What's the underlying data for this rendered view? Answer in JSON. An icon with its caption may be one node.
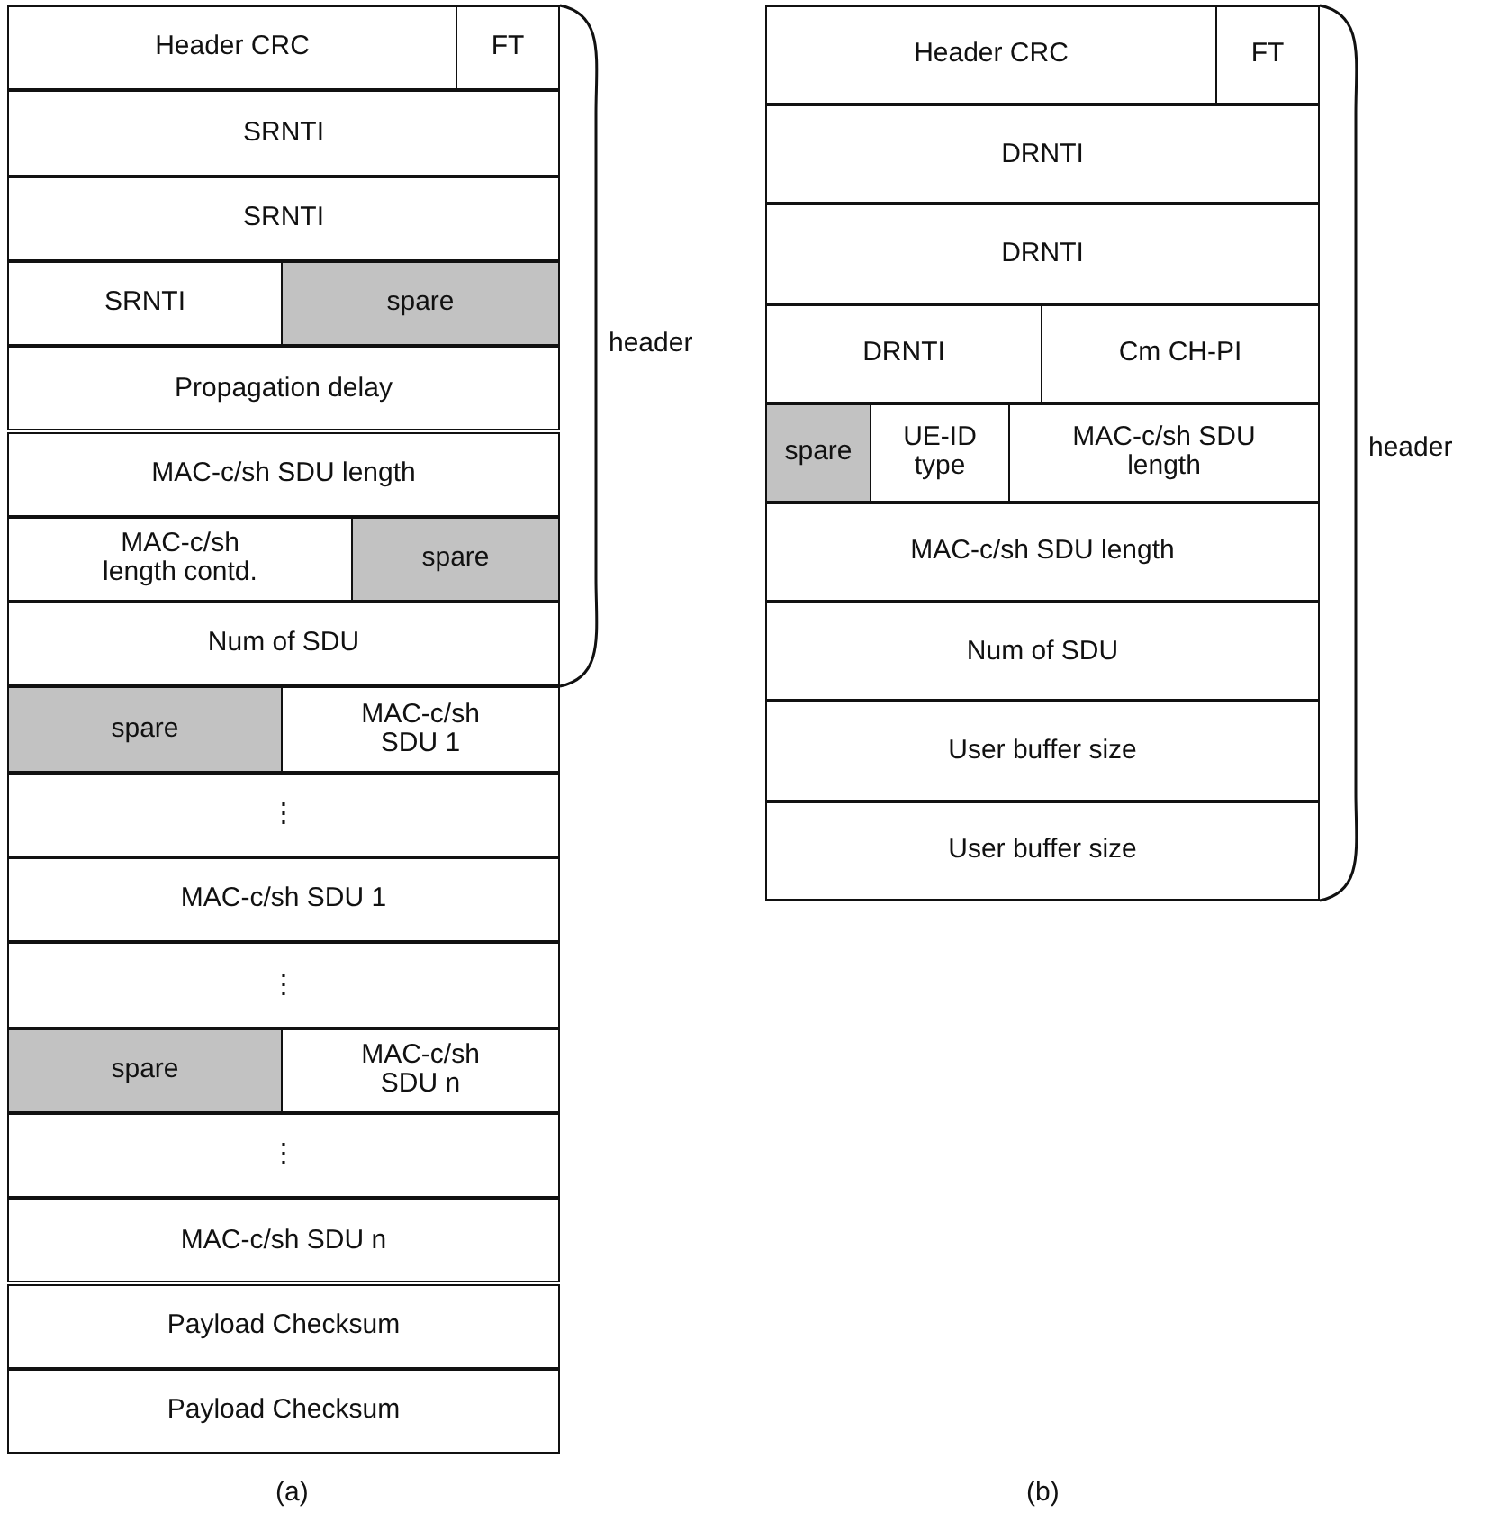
{
  "diagram": {
    "nodes": [
      {
        "text": [
          "Header CRC"
        ]
      },
      {
        "text": [
          "FT"
        ]
      },
      {
        "text": [
          "SRNTI"
        ]
      },
      {
        "text": [
          "SRNTI"
        ]
      },
      {
        "text": [
          "SRNTI"
        ]
      },
      {
        "text": [
          "spare"
        ]
      },
      {
        "text": [
          "Propagation delay"
        ]
      },
      {
        "text": [
          "MAC-c/sh SDU length"
        ]
      },
      {
        "text": [
          "MAC-c/sh length contd."
        ]
      },
      {
        "text": [
          "spare"
        ]
      },
      {
        "text": [
          "Num of SDU"
        ]
      },
      {
        "text": [
          "spare"
        ]
      },
      {
        "text": [
          "MAC-c/sh SDU 1"
        ]
      },
      {
        "text": [
          "⋮"
        ]
      },
      {
        "text": [
          "MAC-c/sh SDU 1"
        ]
      },
      {
        "text": [
          "⋮"
        ]
      },
      {
        "text": [
          "spare"
        ]
      },
      {
        "text": [
          "MAC-c/sh SDU n"
        ]
      },
      {
        "text": [
          "⋮"
        ]
      },
      {
        "text": [
          "MAC-c/sh SDU n"
        ]
      },
      {
        "text": [
          "Payload Checksum"
        ]
      },
      {
        "text": [
          "Payload Checksum"
        ]
      },
      {
        "text": [
          "Header CRC"
        ]
      },
      {
        "text": [
          "FT"
        ]
      },
      {
        "text": [
          "DRNTI"
        ]
      },
      {
        "text": [
          "DRNTI"
        ]
      },
      {
        "text": [
          "DRNTI"
        ]
      },
      {
        "text": [
          "Cm CH-PI"
        ]
      },
      {
        "text": [
          "spare"
        ]
      },
      {
        "text": [
          "UE-ID type"
        ]
      },
      {
        "text": [
          "MAC-c/sh SDU length"
        ]
      },
      {
        "text": [
          "MAC-c/sh SDU length"
        ]
      },
      {
        "text": [
          "Num of SDU"
        ]
      },
      {
        "text": [
          "User buffer size"
        ]
      },
      {
        "text": [
          "User buffer size"
        ]
      }
    ],
    "labels": [
      "header",
      "header",
      "(a)",
      "(b)"
    ]
  }
}
